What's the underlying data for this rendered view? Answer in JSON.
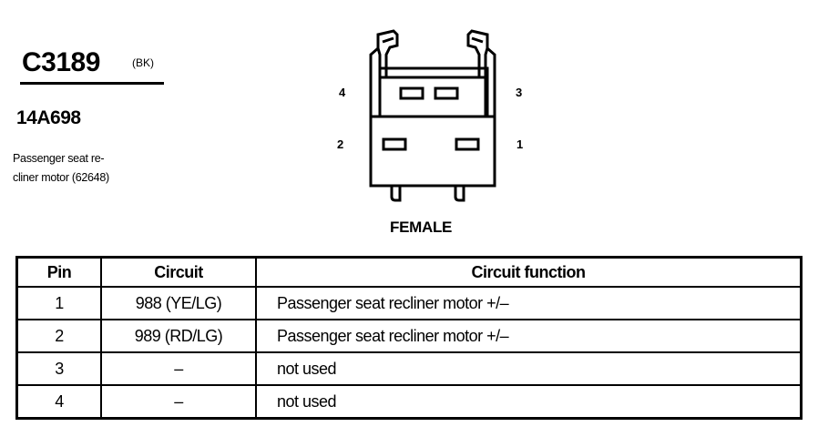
{
  "connector": {
    "id": "C3189",
    "color": "(BK)",
    "part_number": "14A698",
    "description_line1": "Passenger seat re-",
    "description_line2": "cliner motor (62648)"
  },
  "diagram": {
    "pin_labels": {
      "p1": "1",
      "p2": "2",
      "p3": "3",
      "p4": "4"
    },
    "gender": "FEMALE"
  },
  "table": {
    "headers": {
      "pin": "Pin",
      "circuit": "Circuit",
      "function": "Circuit function"
    },
    "rows": [
      {
        "pin": "1",
        "circuit": "988 (YE/LG)",
        "function": "Passenger seat recliner motor  +/–"
      },
      {
        "pin": "2",
        "circuit": "989 (RD/LG)",
        "function": "Passenger seat recliner motor  +/–"
      },
      {
        "pin": "3",
        "circuit": "–",
        "function": "not used"
      },
      {
        "pin": "4",
        "circuit": "–",
        "function": "not used"
      }
    ]
  }
}
